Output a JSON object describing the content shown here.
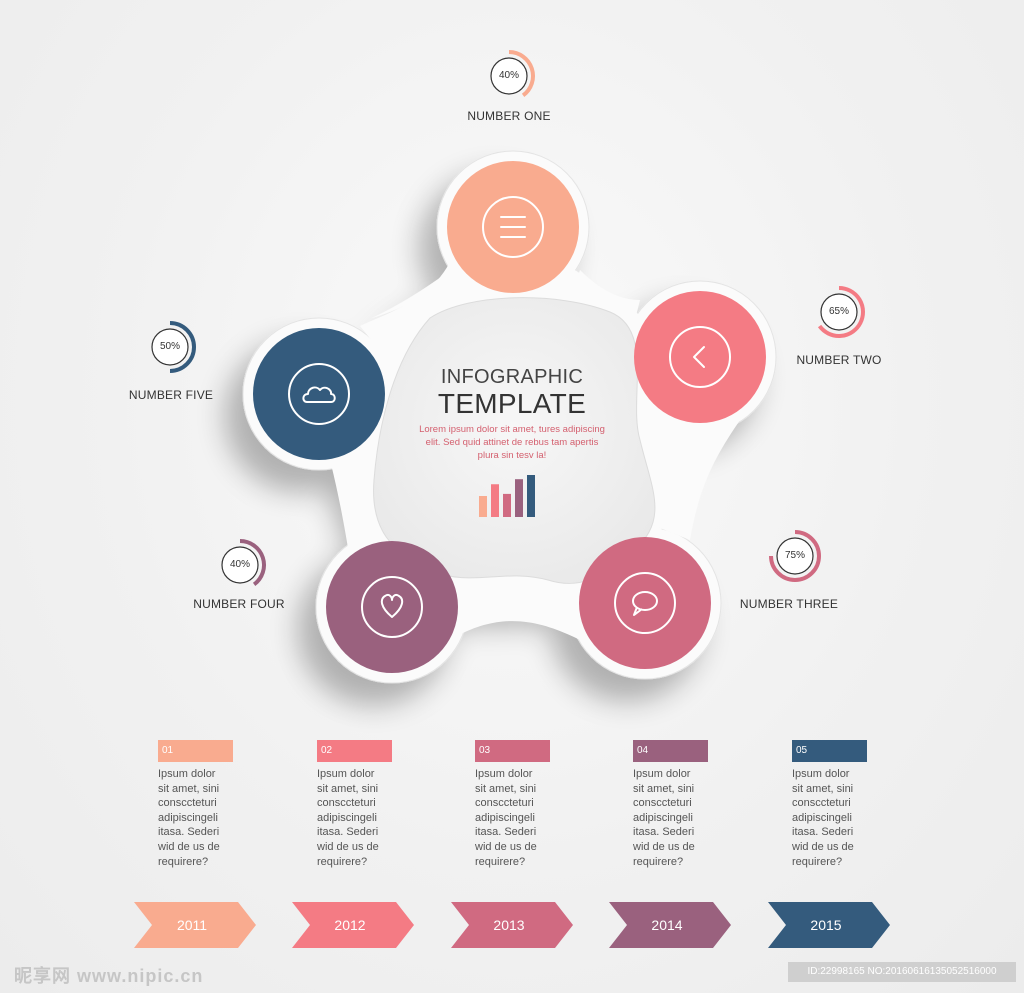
{
  "center": {
    "title_line1": "INFOGRAPHIC",
    "title_line2": "TEMPLATE",
    "body": "Lorem ipsum dolor sit amet, tures adipiscing elit. Sed quid attinet de rebus tam apertis plura sin tesv la!",
    "mini_bars": [
      0.5,
      0.78,
      0.55,
      0.9,
      1.0
    ],
    "mini_bar_colors": [
      "#f9ab8f",
      "#f47b84",
      "#d06a81",
      "#9a617e",
      "#345b7d"
    ]
  },
  "nodes": [
    {
      "label": "NUMBER ONE",
      "percent": "40%",
      "value": 0.4,
      "color": "#f9ab8f",
      "icon": "menu-icon"
    },
    {
      "label": "NUMBER TWO",
      "percent": "65%",
      "value": 0.65,
      "color": "#f47b84",
      "icon": "chevron-left-icon"
    },
    {
      "label": "NUMBER THREE",
      "percent": "75%",
      "value": 0.75,
      "color": "#d06a81",
      "icon": "chat-bubble-icon"
    },
    {
      "label": "NUMBER FOUR",
      "percent": "40%",
      "value": 0.4,
      "color": "#9a617e",
      "icon": "heart-icon"
    },
    {
      "label": "NUMBER FIVE",
      "percent": "50%",
      "value": 0.5,
      "color": "#345b7d",
      "icon": "cloud-icon"
    }
  ],
  "columns": [
    {
      "num": "01",
      "color": "#f9ab8f",
      "text": [
        "Ipsum dolor",
        "sit amet, sini",
        "consccteturi",
        "adipiscingeli",
        "itasa. Sederi",
        "wid de us de",
        "requirere?"
      ]
    },
    {
      "num": "02",
      "color": "#f47b84",
      "text": [
        "Ipsum dolor",
        "sit amet, sini",
        "consccteturi",
        "adipiscingeli",
        "itasa. Sederi",
        "wid de us de",
        "requirere?"
      ]
    },
    {
      "num": "03",
      "color": "#d06a81",
      "text": [
        "Ipsum dolor",
        "sit amet, sini",
        "consccteturi",
        "adipiscingeli",
        "itasa. Sederi",
        "wid de us de",
        "requirere?"
      ]
    },
    {
      "num": "04",
      "color": "#9a617e",
      "text": [
        "Ipsum dolor",
        "sit amet, sini",
        "consccteturi",
        "adipiscingeli",
        "itasa. Sederi",
        "wid de us de",
        "requirere?"
      ]
    },
    {
      "num": "05",
      "color": "#345b7d",
      "text": [
        "Ipsum dolor",
        "sit amet, sini",
        "consccteturi",
        "adipiscingeli",
        "itasa. Sederi",
        "wid de us de",
        "requirere?"
      ]
    }
  ],
  "timeline": [
    {
      "year": "2011",
      "color": "#f9ab8f"
    },
    {
      "year": "2012",
      "color": "#f47b84"
    },
    {
      "year": "2013",
      "color": "#d06a81"
    },
    {
      "year": "2014",
      "color": "#9a617e"
    },
    {
      "year": "2015",
      "color": "#345b7d"
    }
  ],
  "watermark": {
    "left": "昵享网 www.nipic.cn",
    "right": "ID:22998165 NO:20160616135052516000"
  }
}
